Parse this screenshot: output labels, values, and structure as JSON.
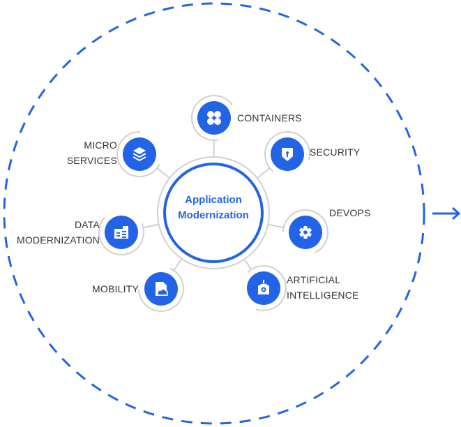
{
  "center": {
    "line1": "Application",
    "line2": "Modernization"
  },
  "colors": {
    "accent": "#2264e5",
    "ring": "#cfcfcf",
    "text": "#333333"
  },
  "nodes": [
    {
      "id": "containers",
      "icon": "grid-icon",
      "lines": [
        "CONTAINERS"
      ]
    },
    {
      "id": "security",
      "icon": "shield-icon",
      "lines": [
        "SECURITY"
      ]
    },
    {
      "id": "devops",
      "icon": "gear-icon",
      "lines": [
        "DEVOPS"
      ]
    },
    {
      "id": "ai",
      "icon": "robot-icon",
      "lines": [
        "ARTIFICIAL",
        "INTELLIGENCE"
      ]
    },
    {
      "id": "mobility",
      "icon": "mobile-cloud-icon",
      "lines": [
        "MOBILITY"
      ]
    },
    {
      "id": "data",
      "icon": "data-building-icon",
      "lines": [
        "DATA",
        "MODERNIZATION"
      ]
    },
    {
      "id": "micro",
      "icon": "layers-icon",
      "lines": [
        "MICRO",
        "SERVICES"
      ]
    }
  ]
}
